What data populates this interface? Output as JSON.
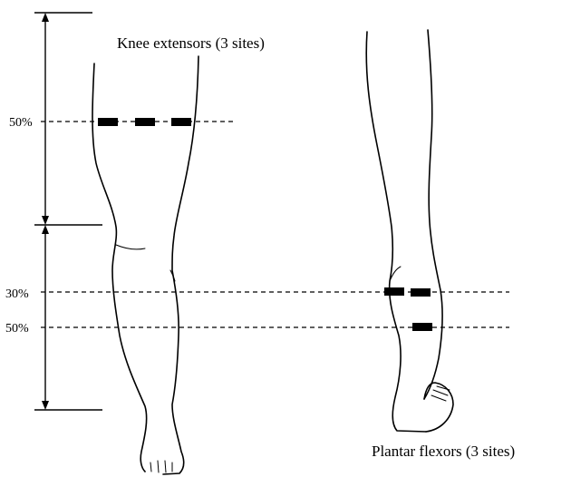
{
  "labels": {
    "knee_title": "Knee extensors (3 sites)",
    "plantar_title": "Plantar flexors (3 sites)",
    "thigh_50": "50%",
    "leg_30": "30%",
    "leg_50": "50%"
  },
  "colors": {
    "ink": "#000000",
    "background": "#ffffff"
  }
}
